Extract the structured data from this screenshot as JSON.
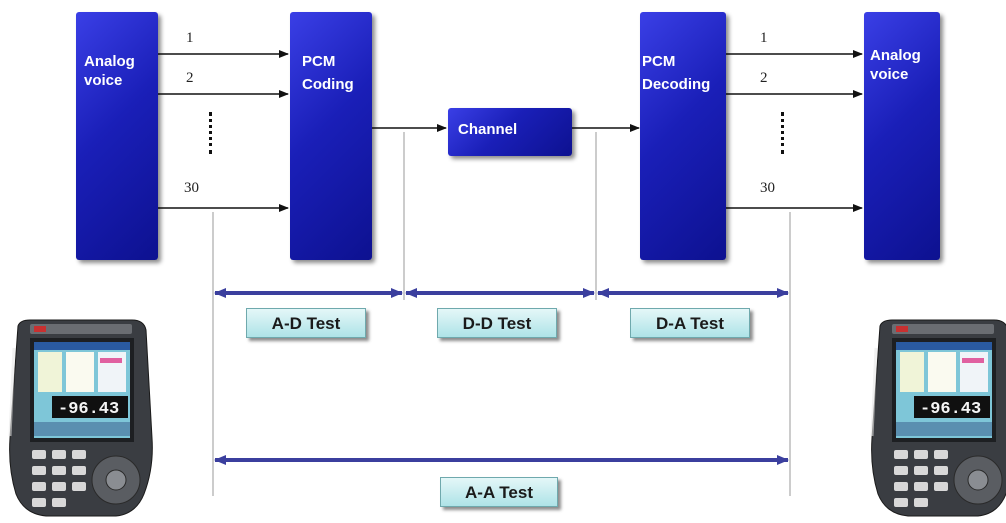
{
  "blocks": {
    "analog_in": [
      "Analog",
      "voice"
    ],
    "pcm_coding": [
      "PCM",
      "Coding"
    ],
    "channel": "Channel",
    "pcm_decoding": [
      "PCM",
      "Decoding"
    ],
    "analog_out": [
      "Analog",
      "voice"
    ]
  },
  "line_labels": {
    "left": [
      "1",
      "2",
      "30"
    ],
    "right": [
      "1",
      "2",
      "30"
    ]
  },
  "tests": {
    "ad": "A-D Test",
    "dd": "D-D Test",
    "da": "D-A Test",
    "aa": "A-A Test"
  },
  "device_display": "-96.43",
  "colors": {
    "block": "#1a1fb8",
    "test_arrow": "#3b3f9e",
    "test_label_bg": "#bfe8eb"
  }
}
